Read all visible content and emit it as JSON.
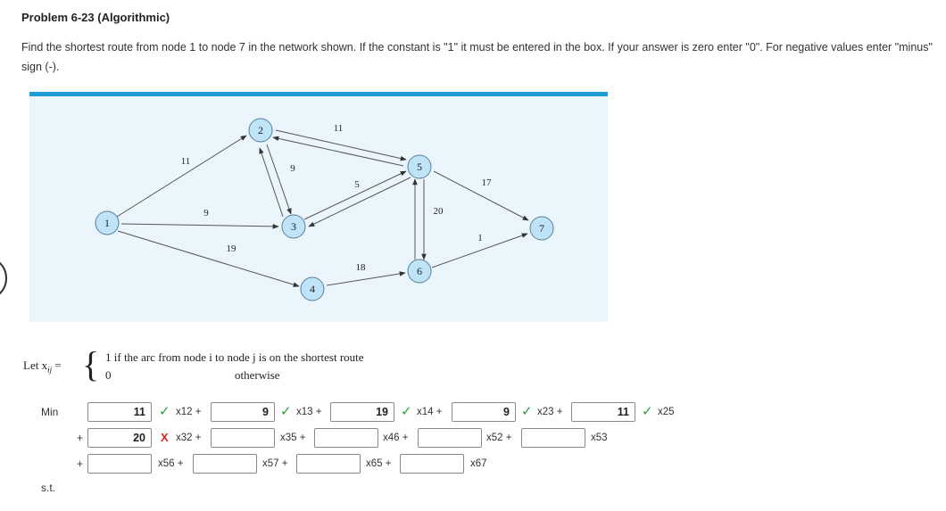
{
  "problem": {
    "title": "Problem 6-23 (Algorithmic)",
    "instruction": "Find the shortest route from node 1 to node 7 in the network shown. If the constant is \"1\" it must be entered in the box. If your answer is zero enter \"0\". For negative values enter \"minus\" sign (-)."
  },
  "network": {
    "nodes": [
      "1",
      "2",
      "3",
      "4",
      "5",
      "6",
      "7"
    ],
    "arcs": [
      {
        "from": "1",
        "to": "2",
        "weight": "11"
      },
      {
        "from": "1",
        "to": "3",
        "weight": "9"
      },
      {
        "from": "1",
        "to": "4",
        "weight": "19"
      },
      {
        "from": "2",
        "to": "3",
        "weight": "9"
      },
      {
        "from": "3",
        "to": "2",
        "weight": "9"
      },
      {
        "from": "2",
        "to": "5",
        "weight": "11"
      },
      {
        "from": "5",
        "to": "2",
        "weight": "11"
      },
      {
        "from": "3",
        "to": "5",
        "weight": "5"
      },
      {
        "from": "5",
        "to": "3",
        "weight": "5"
      },
      {
        "from": "4",
        "to": "6",
        "weight": "18"
      },
      {
        "from": "5",
        "to": "6",
        "weight": "20"
      },
      {
        "from": "6",
        "to": "5",
        "weight": "20"
      },
      {
        "from": "5",
        "to": "7",
        "weight": "17"
      },
      {
        "from": "6",
        "to": "7",
        "weight": "1"
      }
    ],
    "colors": {
      "node_fill": "#bfe3f7",
      "edge": "#444444",
      "panel": "#eaf5fc",
      "accent": "#1e9ad6"
    }
  },
  "definition": {
    "let": "Let x",
    "sub": "ij",
    "eq": "=",
    "case1_value": "1",
    "case1_text": "if the arc from node i to node j is on the shortest route",
    "case2_value": "0",
    "case2_text": "otherwise"
  },
  "form": {
    "min_label": "Min",
    "plus": "+",
    "st_label": "s.t.",
    "row1": [
      {
        "value": "11",
        "var": "x12 +",
        "status": "correct"
      },
      {
        "value": "9",
        "var": "x13 +",
        "status": "correct"
      },
      {
        "value": "19",
        "var": "x14 +",
        "status": "correct"
      },
      {
        "value": "9",
        "var": "x23 +",
        "status": "correct"
      },
      {
        "value": "11",
        "var": "x25",
        "status": "correct"
      }
    ],
    "row2": [
      {
        "value": "20",
        "var": "x32 +",
        "status": "incorrect"
      },
      {
        "value": "",
        "var": "x35 +",
        "status": "none"
      },
      {
        "value": "",
        "var": "x46 +",
        "status": "none"
      },
      {
        "value": "",
        "var": "x52 +",
        "status": "none"
      },
      {
        "value": "",
        "var": "x53",
        "status": "none"
      }
    ],
    "row3": [
      {
        "value": "",
        "var": "x56 +",
        "status": "none"
      },
      {
        "value": "",
        "var": "x57 +",
        "status": "none"
      },
      {
        "value": "",
        "var": "x65 +",
        "status": "none"
      },
      {
        "value": "",
        "var": "x67",
        "status": "none"
      }
    ],
    "check_glyph": "✓",
    "x_glyph": "X",
    "colors": {
      "correct": "#2e9e3a",
      "incorrect": "#d6261d"
    }
  }
}
